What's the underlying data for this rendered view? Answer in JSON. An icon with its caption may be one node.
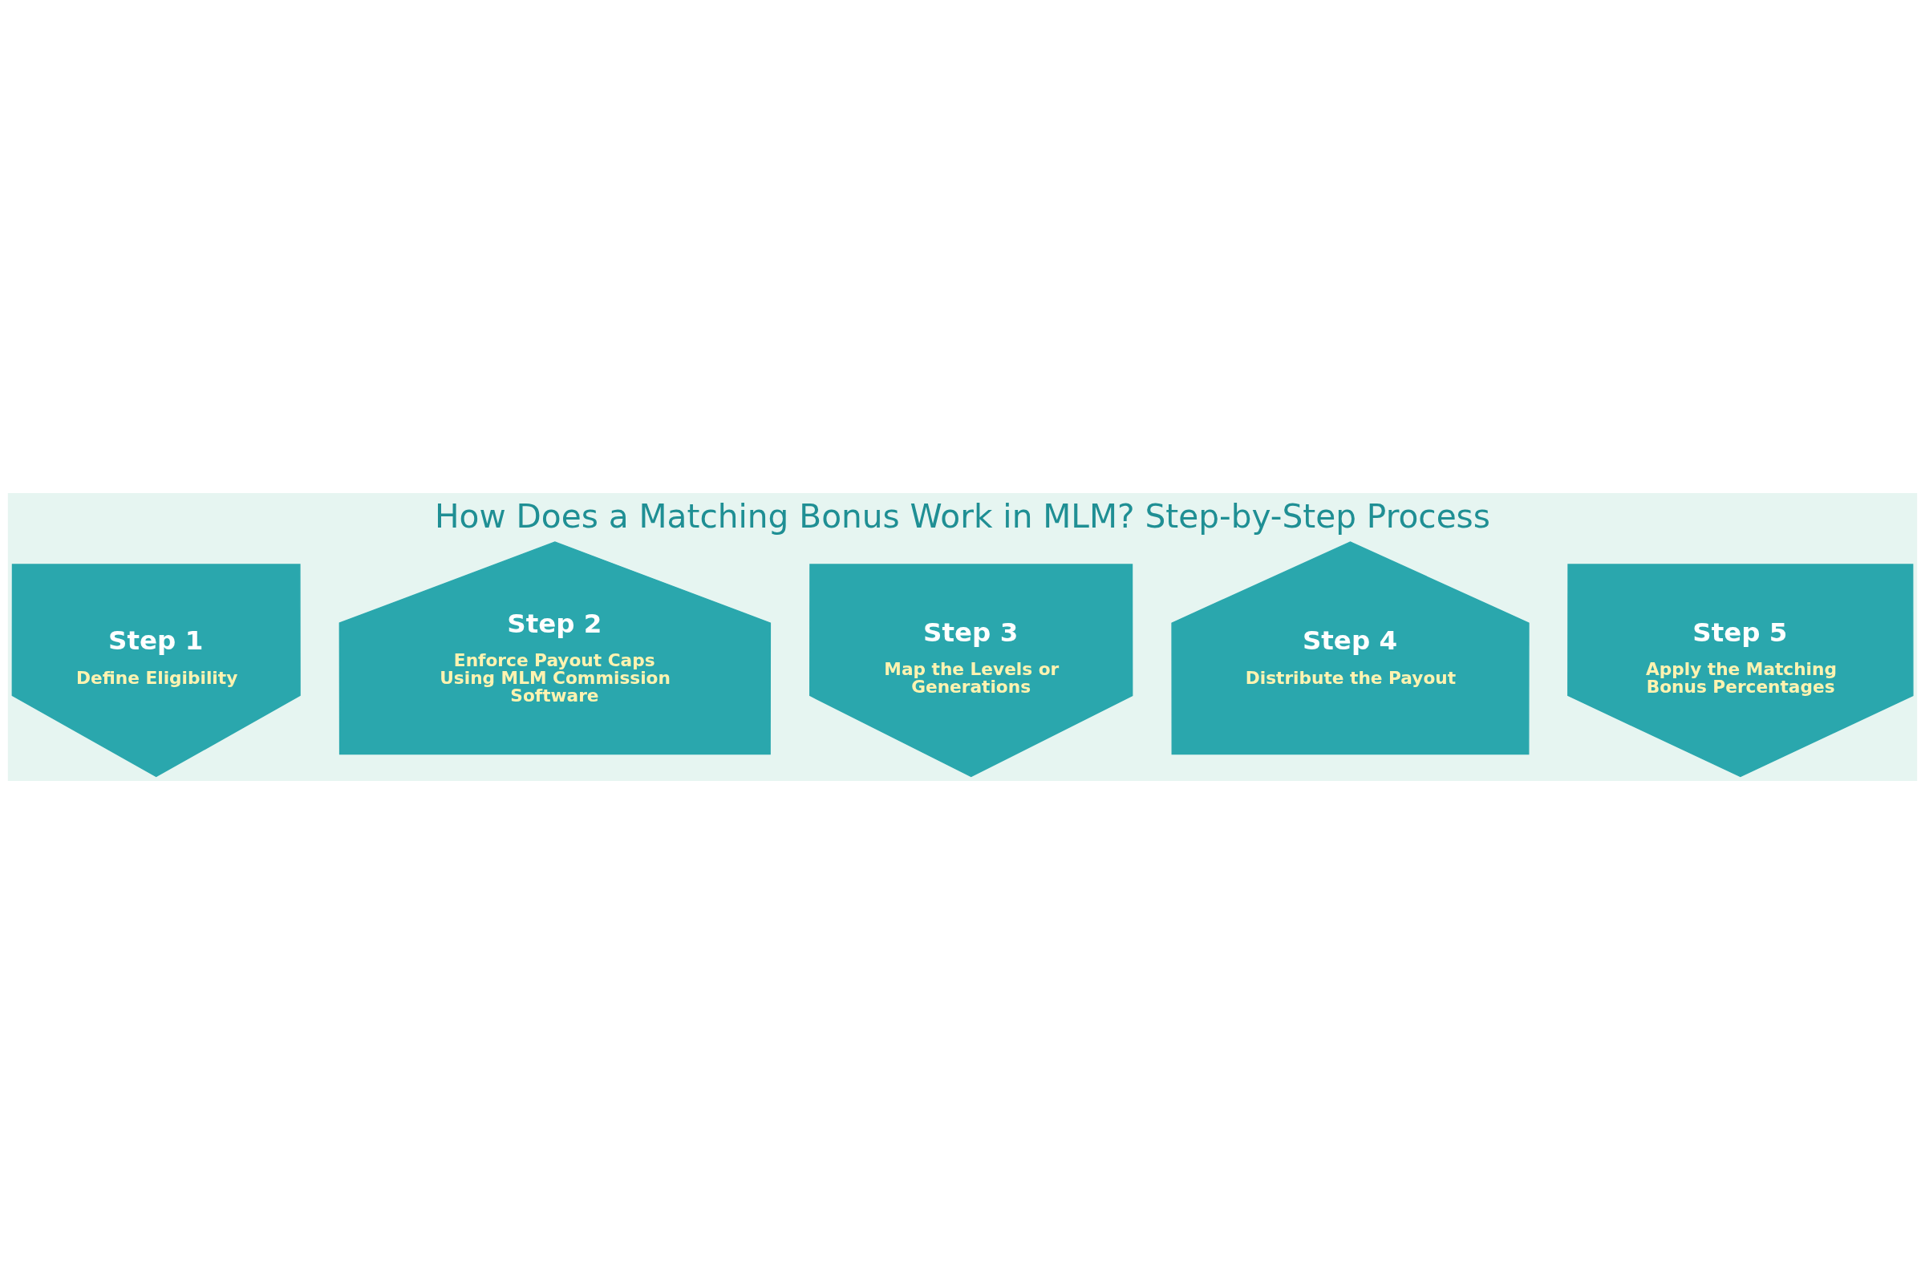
{
  "diagram": {
    "title": "How Does a Matching Bonus Work in MLM? Step-by-Step Process",
    "nodes": [
      {
        "text": [
          "Step 1",
          "Define Eligibility"
        ]
      },
      {
        "text": [
          "Step 2",
          "Enforce Payout Caps Using MLM Commission Software"
        ]
      },
      {
        "text": [
          "Step 3",
          "Map the Levels or Generations"
        ]
      },
      {
        "text": [
          "Step 4",
          "Distribute the Payout"
        ]
      },
      {
        "text": [
          "Step 5",
          "Apply the Matching Bonus Percentages"
        ]
      }
    ],
    "edges": []
  }
}
